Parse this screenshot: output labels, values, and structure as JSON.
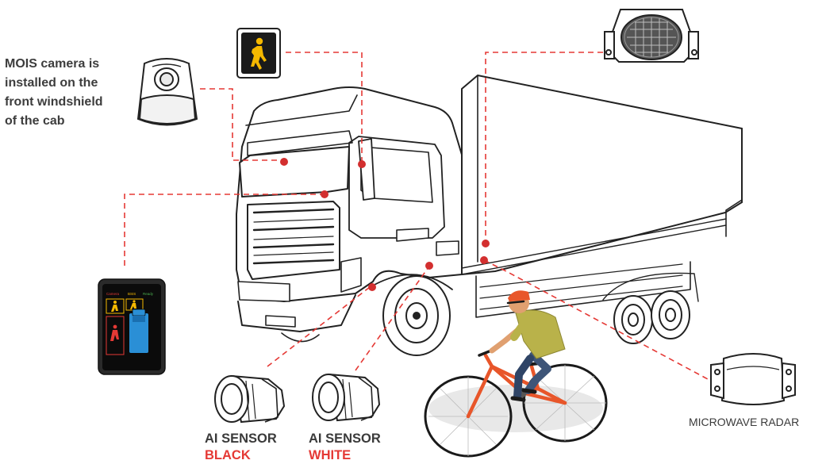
{
  "mois_camera": {
    "caption_lines": [
      "MOIS camera is",
      "installed on the",
      "front windshield",
      "of the cab"
    ]
  },
  "ai_sensor_black": {
    "title": "AI SENSOR",
    "color_label": "BLACK"
  },
  "ai_sensor_white": {
    "title": "AI SENSOR",
    "color_label": "WHITE"
  },
  "microwave_radar": {
    "label": "MICROWAVE RADAR"
  },
  "monitor": {
    "header_labels": [
      "Camera",
      "BSIS",
      "Ready"
    ]
  },
  "colors": {
    "leader_line": "#e53935",
    "mount_dot": "#d32f2f",
    "accent_red": "#e53935",
    "pedestrian_yellow": "#f5b800",
    "outline": "#222222"
  },
  "icons": [
    "mois-camera-icon",
    "pedestrian-signal-icon",
    "alarm-speaker-icon",
    "display-monitor-icon",
    "ai-sensor-black-icon",
    "ai-sensor-white-icon",
    "microwave-radar-icon",
    "truck-illustration",
    "cyclist-illustration"
  ]
}
